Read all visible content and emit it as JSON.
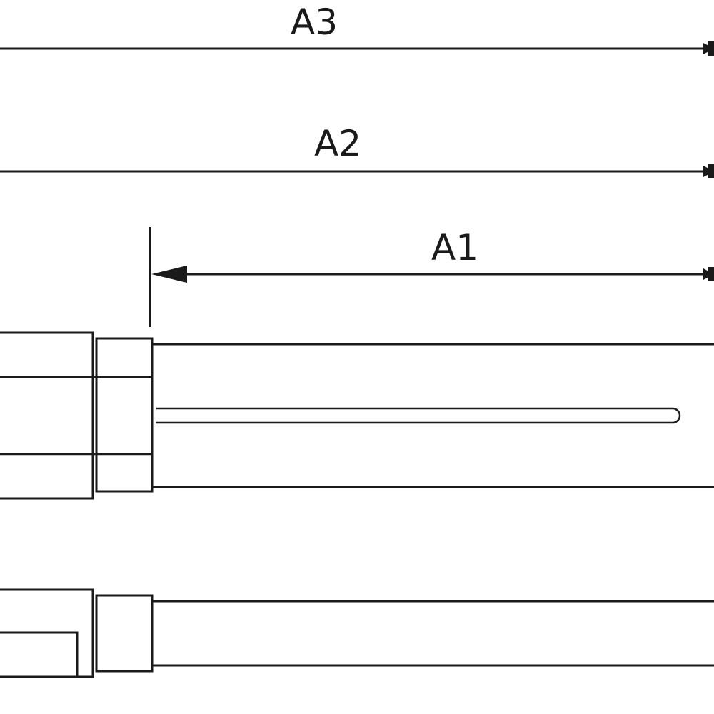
{
  "dimensions": [
    {
      "id": "a3",
      "label": "A3"
    },
    {
      "id": "a2",
      "label": "A2"
    },
    {
      "id": "a1",
      "label": "A1"
    }
  ]
}
